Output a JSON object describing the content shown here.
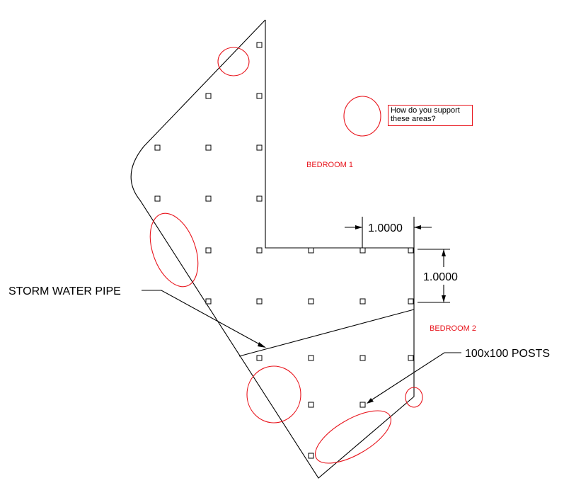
{
  "labels": {
    "bedroom1": "BEDROOM 1",
    "bedroom2": "BEDROOM 2",
    "storm_water_pipe": "STORM WATER PIPE",
    "posts": "100x100 POSTS"
  },
  "dimensions": {
    "horizontal": "1.0000",
    "vertical": "1.0000"
  },
  "note": {
    "line1": "How do you support",
    "line2": "these areas?"
  },
  "colors": {
    "annotation": "#e8141c",
    "linework": "#000000"
  }
}
